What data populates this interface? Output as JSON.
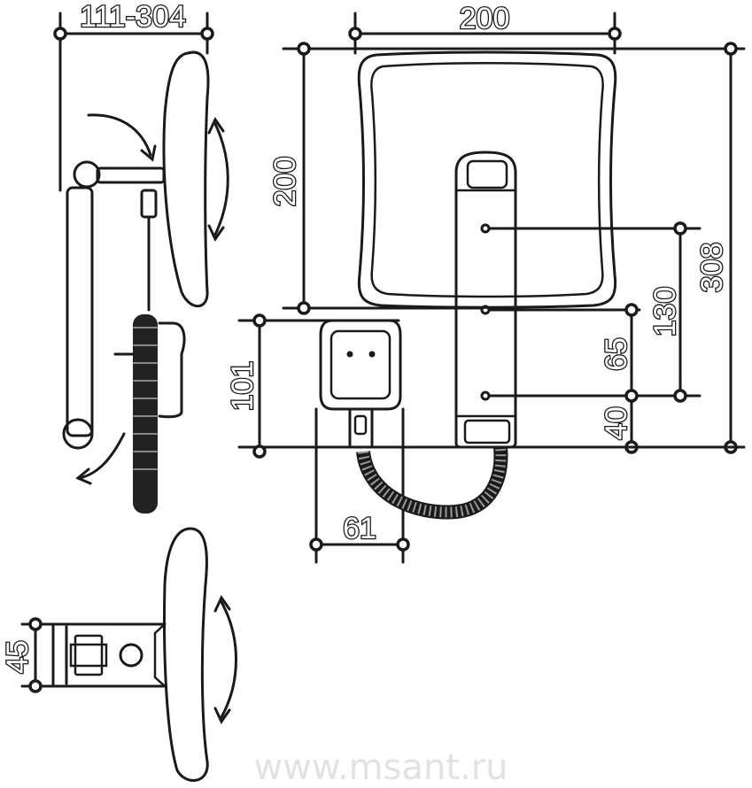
{
  "dimensions": {
    "article": "111-304",
    "mirror_width": "200",
    "mirror_height": "200",
    "total_height": "308",
    "mount_spacing_top": "130",
    "mount_spacing_mid": "65",
    "mount_spacing_bottom": "40",
    "holder_height": "101",
    "holder_width": "61",
    "bracket_height": "45"
  },
  "watermark": "www.msant.ru"
}
